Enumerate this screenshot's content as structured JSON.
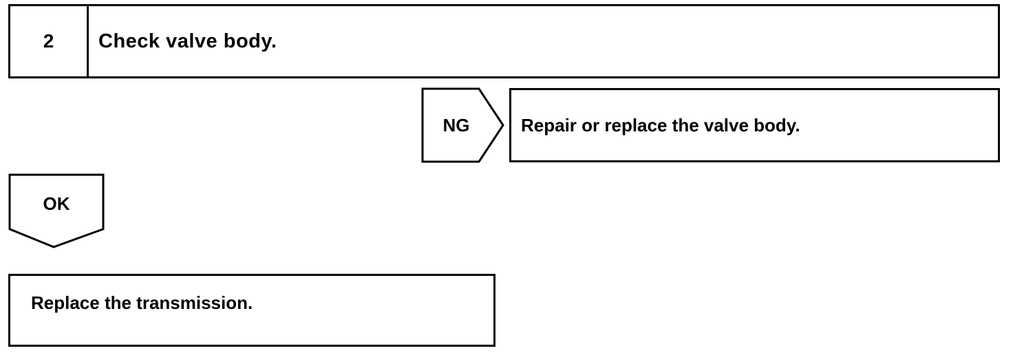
{
  "step": {
    "number": "2",
    "title": "Check valve body."
  },
  "ng_branch": {
    "label": "NG",
    "result": "Repair or replace the valve body."
  },
  "ok_branch": {
    "label": "OK"
  },
  "final_step": {
    "text": "Replace the transmission."
  }
}
